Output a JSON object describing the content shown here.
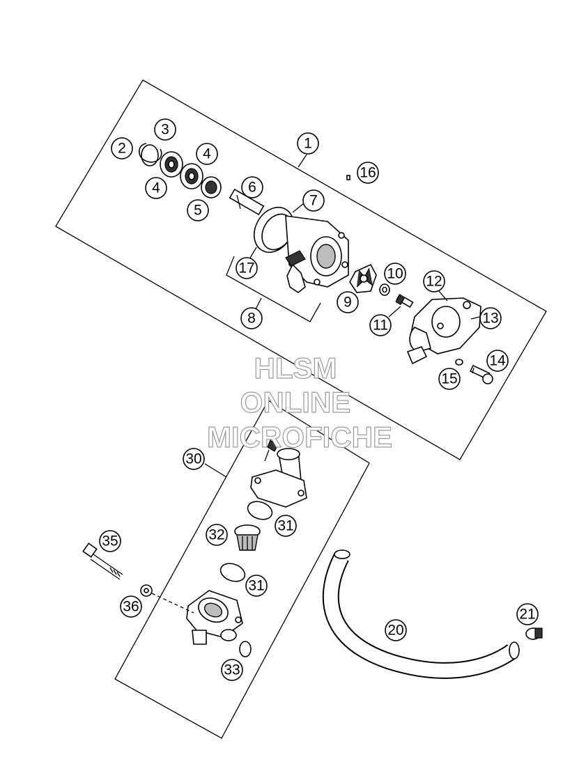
{
  "watermark": {
    "line1": "HLSM",
    "line2": "ONLINE",
    "line3": "MICROFICHE"
  },
  "callouts": [
    {
      "id": "c1",
      "label": "1"
    },
    {
      "id": "c2",
      "label": "2"
    },
    {
      "id": "c3",
      "label": "3"
    },
    {
      "id": "c4a",
      "label": "4"
    },
    {
      "id": "c4b",
      "label": "4"
    },
    {
      "id": "c5",
      "label": "5"
    },
    {
      "id": "c6",
      "label": "6"
    },
    {
      "id": "c7",
      "label": "7"
    },
    {
      "id": "c8",
      "label": "8"
    },
    {
      "id": "c9",
      "label": "9"
    },
    {
      "id": "c10",
      "label": "10"
    },
    {
      "id": "c11",
      "label": "11"
    },
    {
      "id": "c12",
      "label": "12"
    },
    {
      "id": "c13",
      "label": "13"
    },
    {
      "id": "c14",
      "label": "14"
    },
    {
      "id": "c15",
      "label": "15"
    },
    {
      "id": "c16",
      "label": "16"
    },
    {
      "id": "c17",
      "label": "17"
    },
    {
      "id": "c20",
      "label": "20"
    },
    {
      "id": "c21",
      "label": "21"
    },
    {
      "id": "c30",
      "label": "30"
    },
    {
      "id": "c31a",
      "label": "31"
    },
    {
      "id": "c31b",
      "label": "31"
    },
    {
      "id": "c32",
      "label": "32"
    },
    {
      "id": "c33",
      "label": "33"
    },
    {
      "id": "c35",
      "label": "35"
    },
    {
      "id": "c36",
      "label": "36"
    }
  ]
}
